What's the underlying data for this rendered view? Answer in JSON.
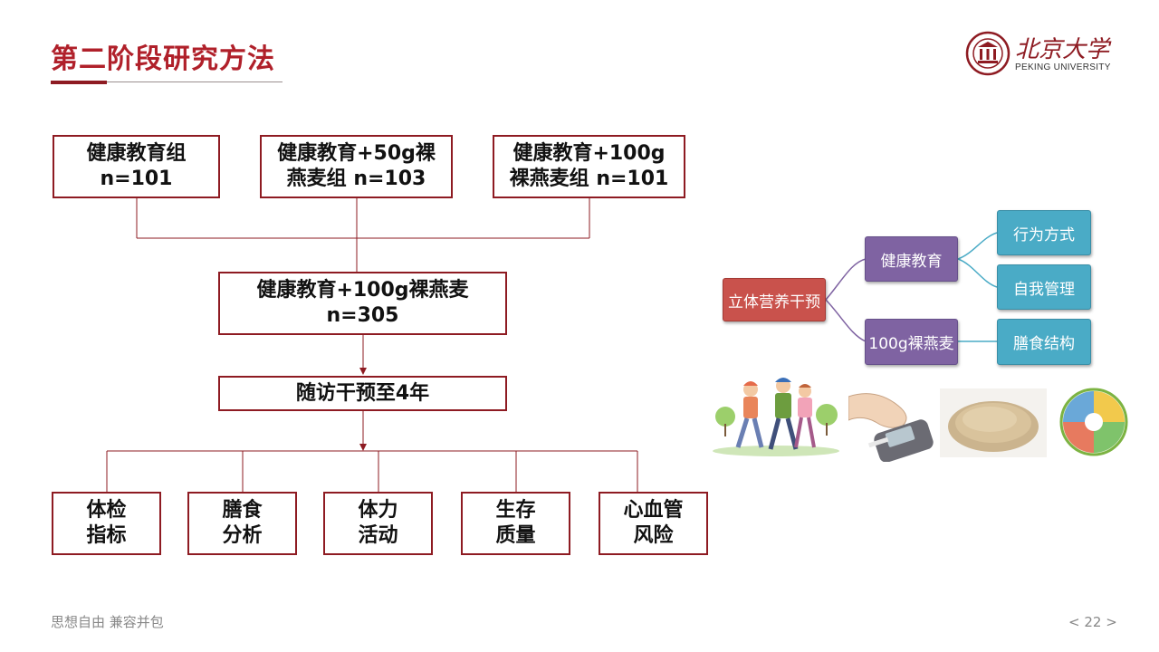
{
  "header": {
    "title": "第二阶段研究方法",
    "logo_cn": "北京大学",
    "logo_en": "PEKING UNIVERSITY"
  },
  "flowchart": {
    "groups": [
      {
        "line1": "健康教育组",
        "line2": "n=101"
      },
      {
        "line1": "健康教育+50g裸",
        "line2": "燕麦组 n=103"
      },
      {
        "line1": "健康教育+100g",
        "line2": "裸燕麦组 n=101"
      }
    ],
    "merged": {
      "line1": "健康教育+100g裸燕麦",
      "line2": "n=305"
    },
    "followup": "随访干预至4年",
    "outcomes": [
      {
        "line1": "体检",
        "line2": "指标"
      },
      {
        "line1": "膳食",
        "line2": "分析"
      },
      {
        "line1": "体力",
        "line2": "活动"
      },
      {
        "line1": "生存",
        "line2": "质量"
      },
      {
        "line1": "心血管",
        "line2": "风险"
      }
    ]
  },
  "concept_map": {
    "root": "立体营养干预",
    "branch_education": "健康教育",
    "branch_oat": "100g裸燕麦",
    "leaf_behavior": "行为方式",
    "leaf_self_management": "自我管理",
    "leaf_diet_structure": "膳食结构"
  },
  "footer": {
    "slogan": "思想自由 兼容并包",
    "page": "< 22 >"
  },
  "colors": {
    "accent": "#8e1b22",
    "title": "#b0202a",
    "root_box": "#c9524c",
    "branch_box": "#7f63a2",
    "leaf_box": "#4aabc6"
  }
}
